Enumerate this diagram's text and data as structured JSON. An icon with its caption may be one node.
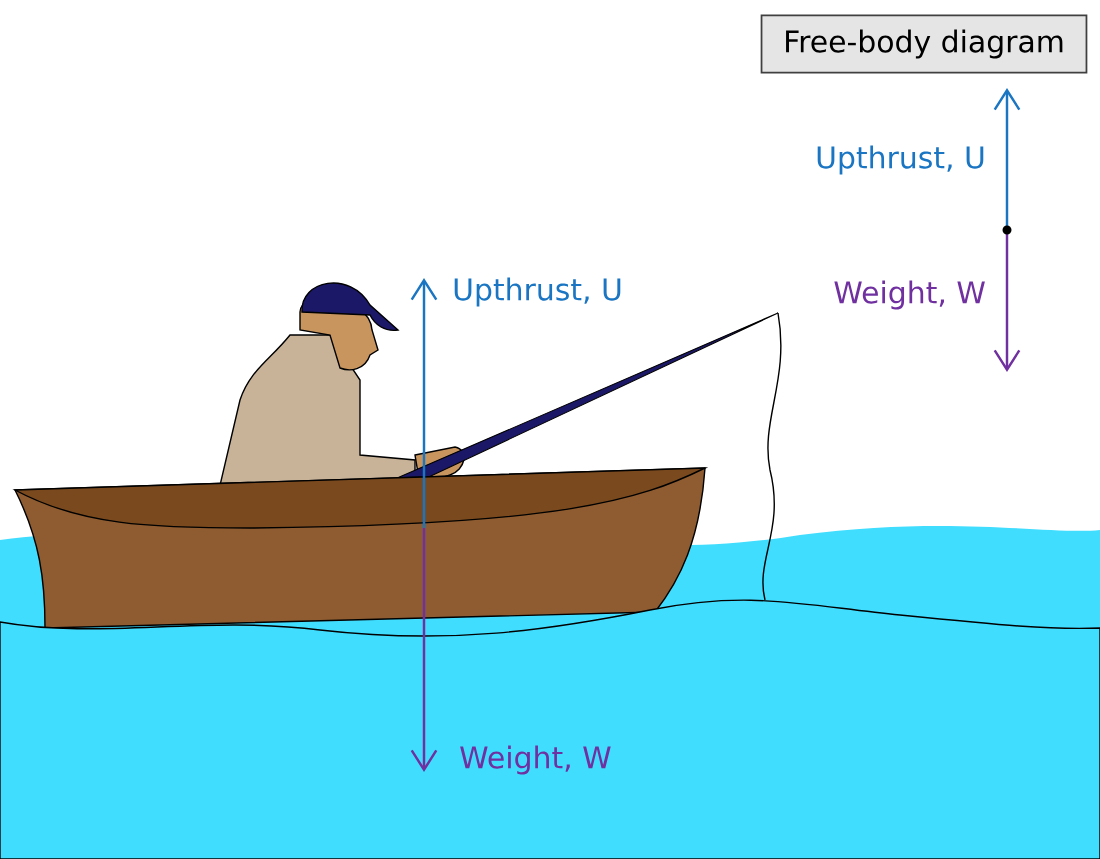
{
  "diagram": {
    "nodes": [
      {
        "text": [
          "Free-body diagram"
        ]
      }
    ],
    "labels": [
      "Upthrust, U",
      "Upthrust, U",
      "Weight, W",
      "Weight, W"
    ]
  }
}
